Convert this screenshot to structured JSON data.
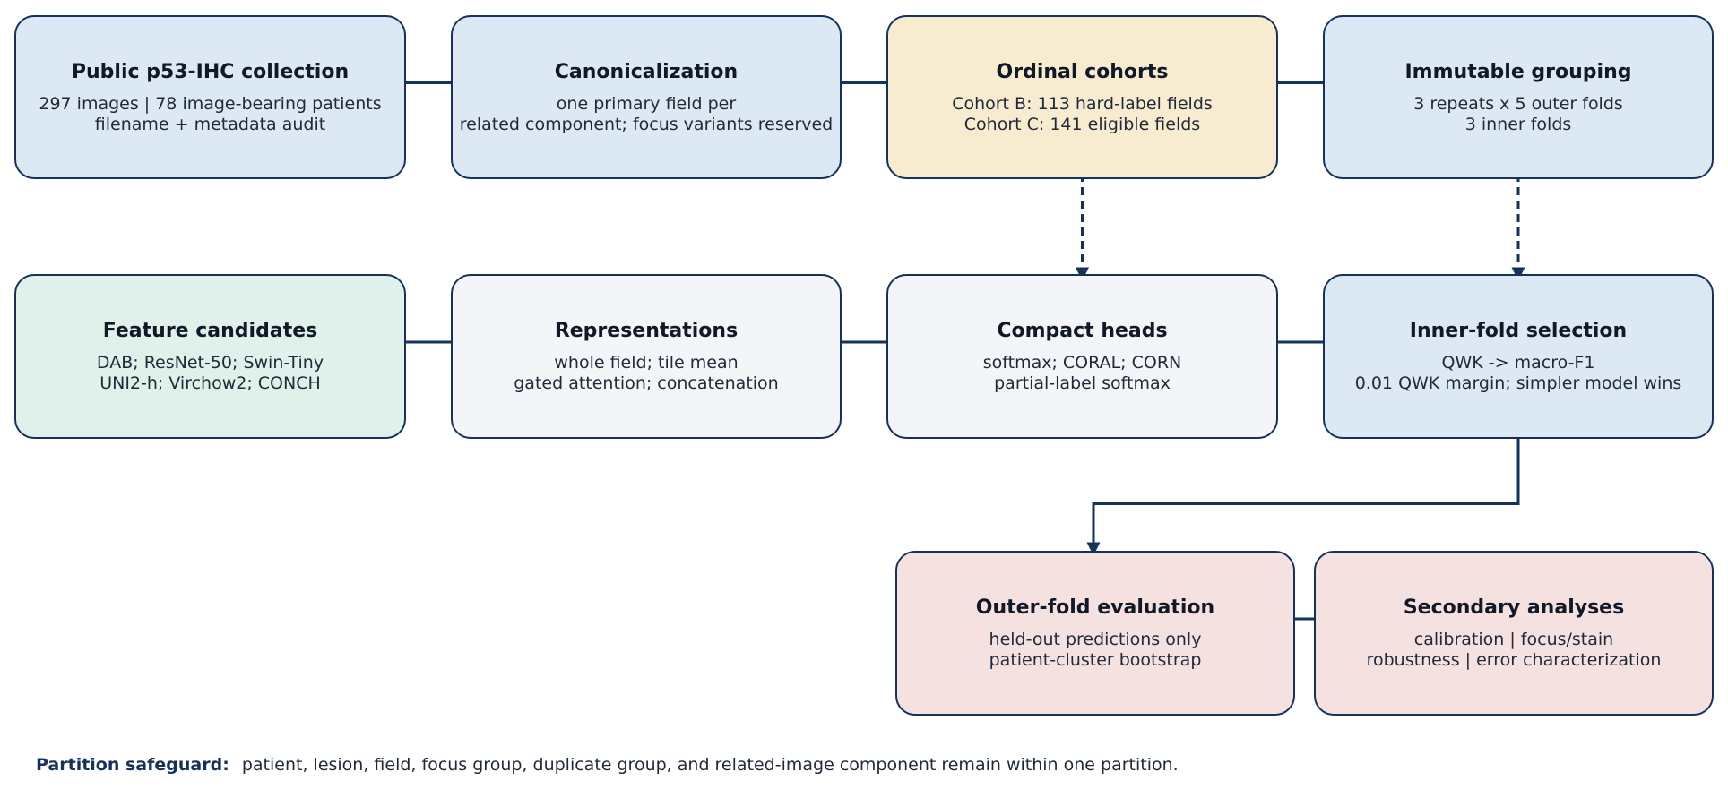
{
  "colors": {
    "blue": "#dce9f5",
    "cream": "#f8ecd0",
    "green": "#dff1ea",
    "gray": "#f3f5f8",
    "pink": "#f6e1e1",
    "stroke": "#17325a"
  },
  "nodes": [
    {
      "id": "public-p53-ihc-collection",
      "title": "Public p53-IHC collection",
      "lines": [
        "297 images | 78 image-bearing patients",
        "filename + metadata audit"
      ],
      "fill": "blue"
    },
    {
      "id": "canonicalization",
      "title": "Canonicalization",
      "lines": [
        "one primary field per",
        "related component; focus variants reserved"
      ],
      "fill": "blue"
    },
    {
      "id": "ordinal-cohorts",
      "title": "Ordinal cohorts",
      "lines": [
        "Cohort B: 113 hard-label fields",
        "Cohort C: 141 eligible fields"
      ],
      "fill": "cream"
    },
    {
      "id": "immutable-grouping",
      "title": "Immutable grouping",
      "lines": [
        "3 repeats x 5 outer folds",
        "3 inner folds"
      ],
      "fill": "blue"
    },
    {
      "id": "feature-candidates",
      "title": "Feature candidates",
      "lines": [
        "DAB; ResNet-50; Swin-Tiny",
        "UNI2-h; Virchow2; CONCH"
      ],
      "fill": "green"
    },
    {
      "id": "representations",
      "title": "Representations",
      "lines": [
        "whole field; tile mean",
        "gated attention; concatenation"
      ],
      "fill": "gray"
    },
    {
      "id": "compact-heads",
      "title": "Compact heads",
      "lines": [
        "softmax; CORAL; CORN",
        "partial-label softmax"
      ],
      "fill": "gray"
    },
    {
      "id": "inner-fold-selection",
      "title": "Inner-fold selection",
      "lines": [
        "QWK -> macro-F1",
        "0.01 QWK margin; simpler model wins"
      ],
      "fill": "blue"
    },
    {
      "id": "outer-fold-evaluation",
      "title": "Outer-fold evaluation",
      "lines": [
        "held-out predictions only",
        "patient-cluster bootstrap"
      ],
      "fill": "pink"
    },
    {
      "id": "secondary-analyses",
      "title": "Secondary analyses",
      "lines": [
        "calibration | focus/stain",
        "robustness | error characterization"
      ],
      "fill": "pink"
    }
  ],
  "edges": [
    {
      "from": "public-p53-ihc-collection",
      "to": "canonicalization",
      "style": "solid"
    },
    {
      "from": "canonicalization",
      "to": "ordinal-cohorts",
      "style": "solid"
    },
    {
      "from": "ordinal-cohorts",
      "to": "immutable-grouping",
      "style": "solid"
    },
    {
      "from": "feature-candidates",
      "to": "representations",
      "style": "solid"
    },
    {
      "from": "representations",
      "to": "compact-heads",
      "style": "solid"
    },
    {
      "from": "compact-heads",
      "to": "inner-fold-selection",
      "style": "solid"
    },
    {
      "from": "ordinal-cohorts",
      "to": "compact-heads",
      "style": "dashed"
    },
    {
      "from": "immutable-grouping",
      "to": "inner-fold-selection",
      "style": "dashed"
    },
    {
      "from": "inner-fold-selection",
      "to": "outer-fold-evaluation",
      "style": "elbow"
    },
    {
      "from": "outer-fold-evaluation",
      "to": "secondary-analyses",
      "style": "solid"
    }
  ],
  "footer": {
    "label": "Partition safeguard:",
    "text": "patient, lesion, field, focus group, duplicate group, and related-image component remain within one partition."
  }
}
